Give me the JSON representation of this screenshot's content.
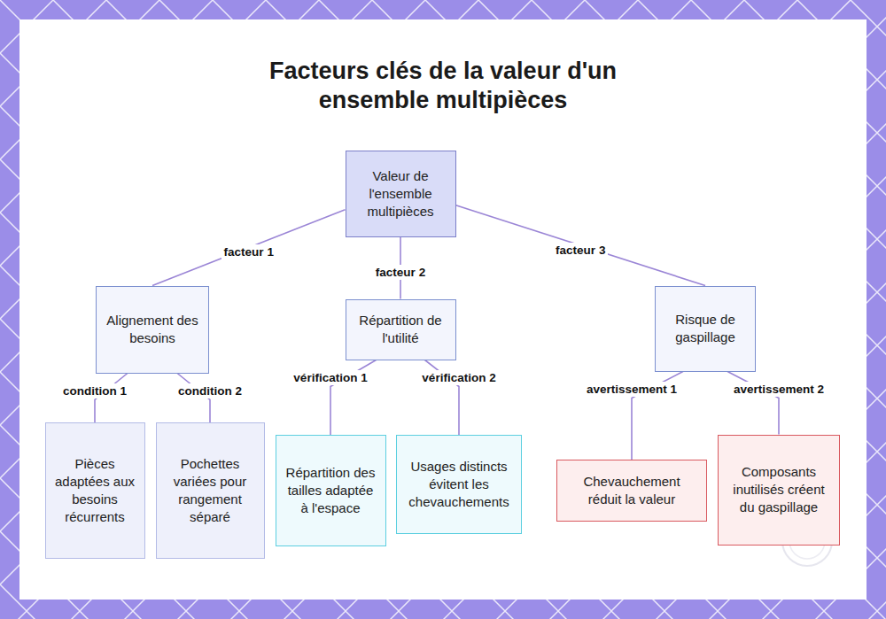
{
  "diagram": {
    "title": "Facteurs clés de la valeur d'un ensemble multipièces",
    "nodes": [
      {
        "text": [
          "Valeur de l'ensemble multipièces"
        ]
      },
      {
        "text": [
          "Alignement des besoins"
        ]
      },
      {
        "text": [
          "Répartition de l'utilité"
        ]
      },
      {
        "text": [
          "Risque de gaspillage"
        ]
      },
      {
        "text": [
          "Pièces adaptées aux besoins récurrents"
        ]
      },
      {
        "text": [
          "Pochettes variées pour rangement séparé"
        ]
      },
      {
        "text": [
          "Répartition des tailles adaptée à l'espace"
        ]
      },
      {
        "text": [
          "Usages distincts évitent les chevauchements"
        ]
      },
      {
        "text": [
          "Chevauchement réduit la valeur"
        ]
      },
      {
        "text": [
          "Composants inutilisés créent du gaspillage"
        ]
      }
    ],
    "edges": [
      {
        "from": 0,
        "to": 1,
        "label": "facteur 1",
        "arrow": "none"
      },
      {
        "from": 0,
        "to": 2,
        "label": "facteur 2",
        "arrow": "none"
      },
      {
        "from": 0,
        "to": 3,
        "label": "facteur 3",
        "arrow": "none"
      },
      {
        "from": 1,
        "to": 4,
        "label": "condition 1",
        "arrow": "none"
      },
      {
        "from": 1,
        "to": 5,
        "label": "condition 2",
        "arrow": "none"
      },
      {
        "from": 2,
        "to": 6,
        "label": "vérification 1",
        "arrow": "none"
      },
      {
        "from": 2,
        "to": 7,
        "label": "vérification 2",
        "arrow": "none"
      },
      {
        "from": 3,
        "to": 8,
        "label": "avertissement 1",
        "arrow": "none"
      },
      {
        "from": 3,
        "to": 9,
        "label": "avertissement 2",
        "arrow": "none"
      }
    ]
  }
}
